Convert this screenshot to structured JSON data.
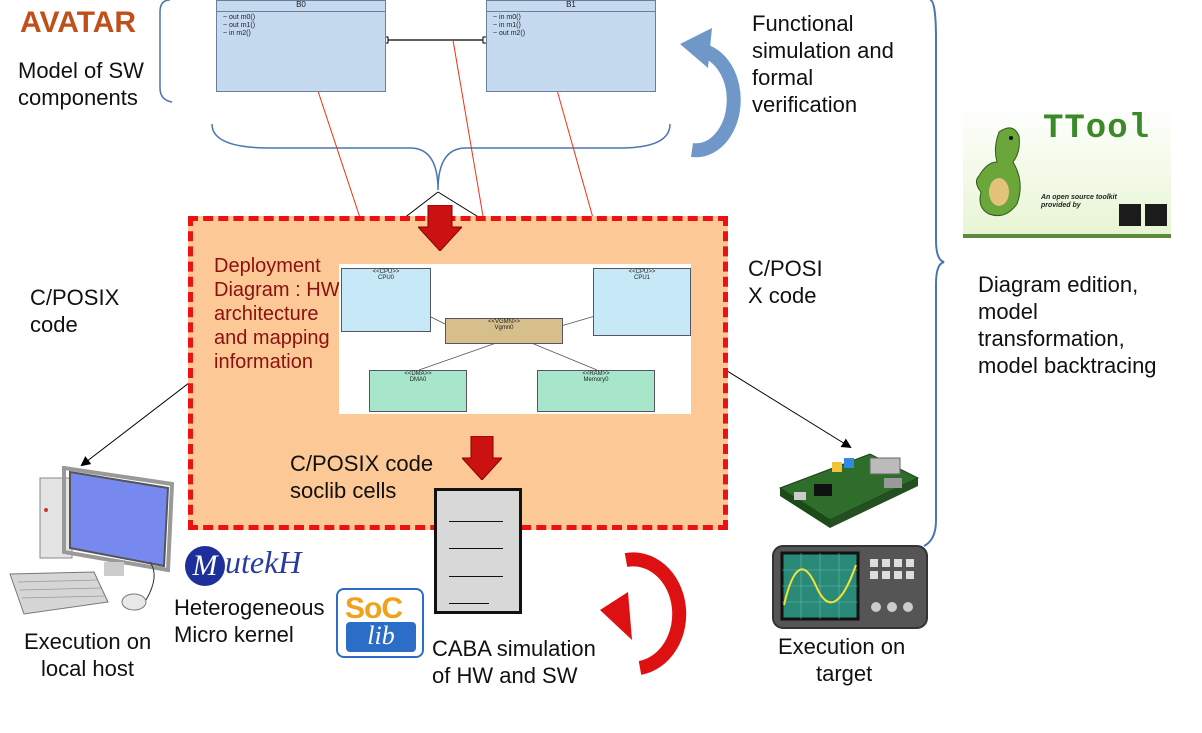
{
  "avatar": "AVATAR",
  "labels": {
    "model_sw": "Model of SW components",
    "functional_sim": "Functional simulation and formal verification",
    "deployment": "Deployment Diagram : HW architecture and mapping information",
    "cposix_left": "C/POSIX code",
    "cposix_right_1": "C/POSI",
    "cposix_right_2": "X code",
    "cposix_soclib_1": "C/POSIX code",
    "cposix_soclib_2": "soclib cells",
    "diagram_edition": "Diagram edition, model transformation, model backtracing",
    "exec_local_1": "Execution on",
    "exec_local_2": "local host",
    "hetero_1": "Heterogeneous",
    "hetero_2": "Micro kernel",
    "caba_1": "CABA simulation",
    "caba_2": "of HW and SW",
    "exec_target_1": "Execution on",
    "exec_target_2": "target"
  },
  "blocks": [
    {
      "name": "B0",
      "ops": [
        "~ out m0()",
        "~ out m1()",
        "~ in m2()"
      ]
    },
    {
      "name": "B1",
      "ops": [
        "~ in m0()",
        "~ in m1()",
        "~ out m2()"
      ]
    }
  ],
  "deploy_nodes": {
    "cpu0": {
      "stereo": "<<CPU>>",
      "name": "CPU0"
    },
    "cpu1": {
      "stereo": "<<CPU>>",
      "name": "CPU1"
    },
    "vgmn": {
      "stereo": "<<VGMN>>",
      "name": "Vgmn0"
    },
    "dma": {
      "stereo": "<<DMA>>",
      "name": "DMA0"
    },
    "ram": {
      "stereo": "<<RAM>>",
      "name": "Memory0"
    }
  },
  "logos": {
    "mutekh": "MutekH",
    "soc": "SoC",
    "lib": "lib",
    "ttool": "TTool",
    "ttool_sub": "An open source toolkit provided by"
  },
  "colors": {
    "avatar": "#c0501a",
    "deploy_bg": "#fcc896",
    "deploy_border": "#ee1111",
    "block_fill": "#c5d9ef",
    "arrow_red": "#cc1111"
  }
}
